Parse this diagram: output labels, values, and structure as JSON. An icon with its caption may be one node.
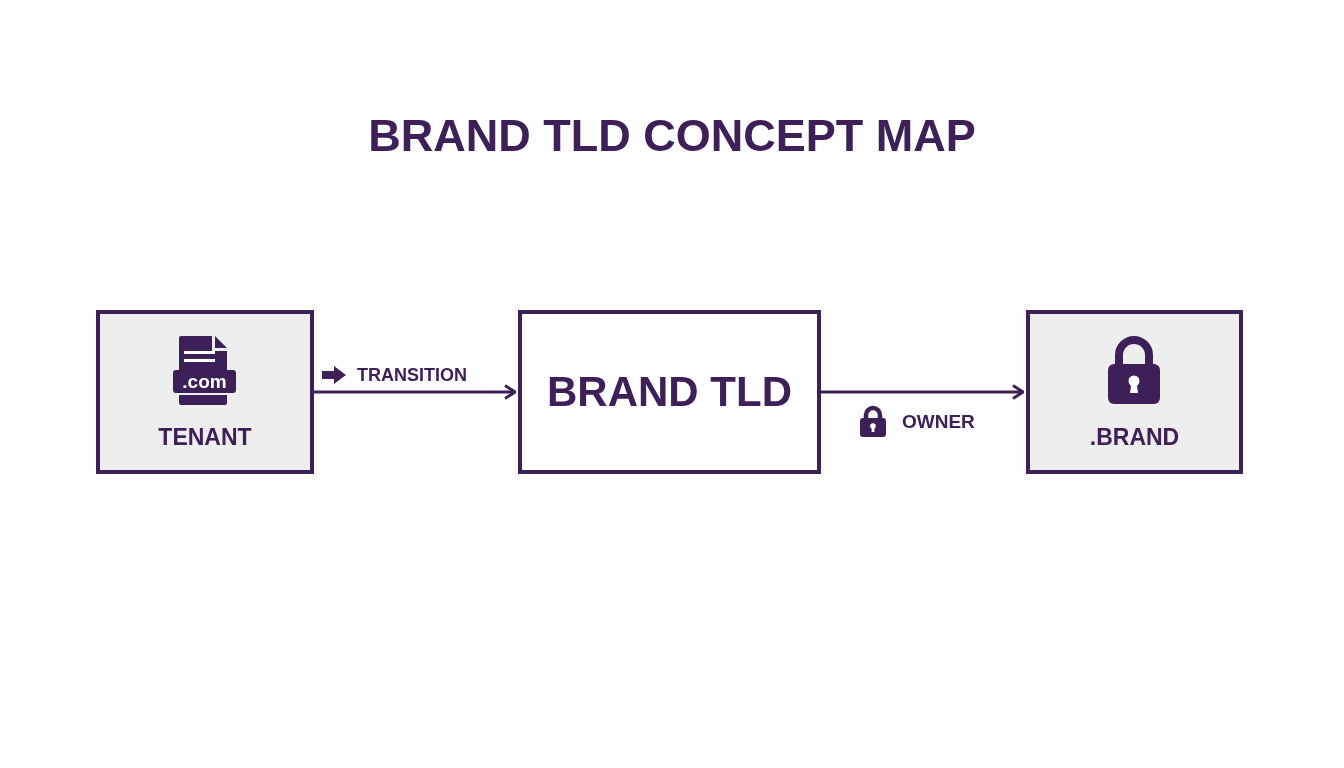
{
  "diagram": {
    "title": "BRAND TLD CONCEPT MAP",
    "nodes": [
      {
        "text": [
          ".com",
          "TENANT"
        ]
      },
      {
        "text": [
          "BRAND TLD"
        ]
      },
      {
        "text": [
          ".BRAND"
        ]
      }
    ],
    "edges": [
      {
        "from": 0,
        "to": 1,
        "arrow": "to",
        "label": "TRANSITION"
      },
      {
        "from": 1,
        "to": 2,
        "arrow": "to",
        "label": "OWNER"
      }
    ]
  }
}
